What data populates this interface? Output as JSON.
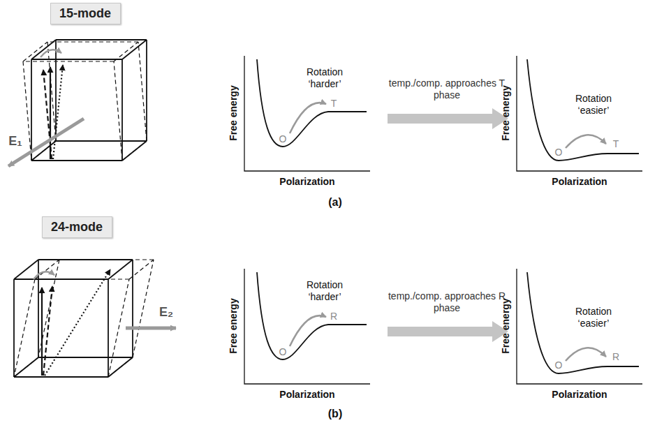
{
  "diagram": {
    "nodes": [
      {
        "text": [
          "15-mode"
        ]
      },
      {
        "text": [
          "24-mode"
        ]
      }
    ],
    "labels": [
      "E₁",
      "Free energy",
      "Polarization",
      "Rotation ‘harder’",
      "O",
      "T",
      "temp./comp. approaches T phase",
      "Free energy",
      "Polarization",
      "Rotation ‘easier’",
      "O",
      "T",
      "(a)",
      "E₂",
      "Free energy",
      "Polarization",
      "Rotation ‘harder’",
      "O",
      "R",
      "temp./comp. approaches R phase",
      "Free energy",
      "Polarization",
      "Rotation ‘easier’",
      "O",
      "R",
      "(b)"
    ]
  }
}
